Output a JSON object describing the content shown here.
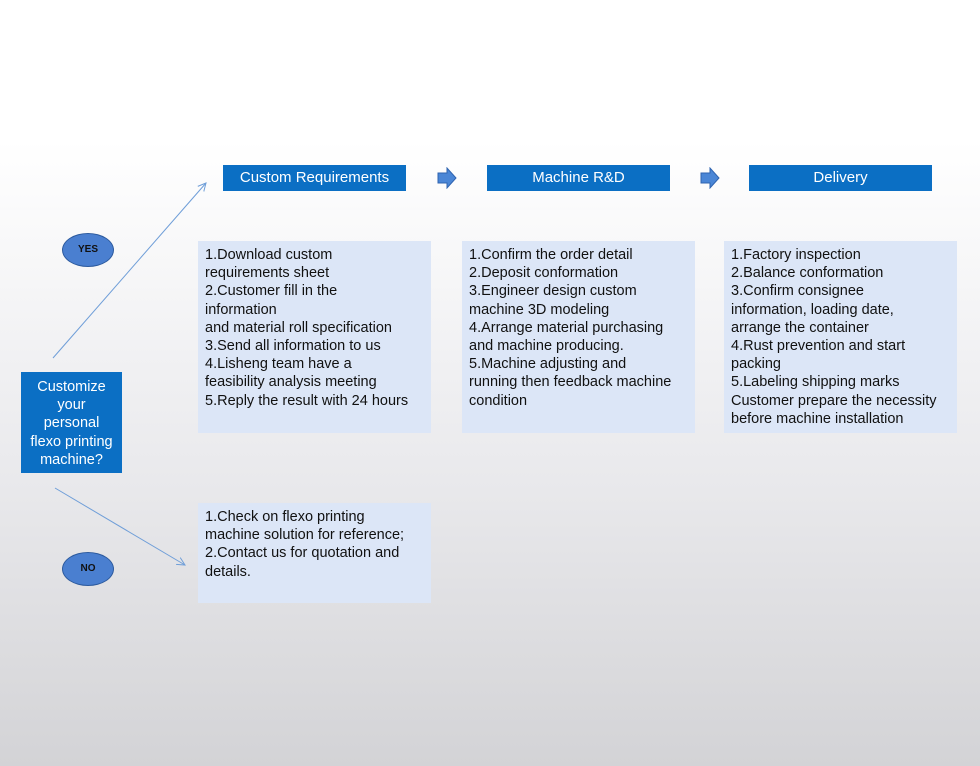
{
  "decision": {
    "lines": [
      "Customize",
      "your",
      "personal",
      "flexo printing",
      "machine?"
    ]
  },
  "yes_label": "YES",
  "no_label": "NO",
  "stages": [
    {
      "title": "Custom Requirements",
      "lines": [
        "1.Download custom",
        "requirements sheet",
        "2.Customer fill in the",
        "information",
        "and material roll specification",
        "3.Send all information to us",
        "4.Lisheng team have a",
        "feasibility analysis meeting",
        "5.Reply the result with 24 hours"
      ]
    },
    {
      "title": "Machine R&D",
      "lines": [
        "1.Confirm the order detail",
        "2.Deposit conformation",
        "3.Engineer design custom",
        "machine 3D modeling",
        "4.Arrange material purchasing",
        "and machine producing.",
        "5.Machine adjusting and",
        "running then feedback machine",
        "condition"
      ]
    },
    {
      "title": "Delivery",
      "lines": [
        "1.Factory inspection",
        "2.Balance conformation",
        "3.Confirm consignee",
        "information, loading date,",
        "arrange the container",
        "4.Rust prevention and start",
        "packing",
        "5.Labeling shipping marks",
        "Customer prepare the necessity",
        "before machine installation"
      ]
    }
  ],
  "no_box": {
    "lines": [
      "1.Check on flexo printing",
      "machine solution for reference;",
      "2.Contact us for quotation and",
      "details."
    ]
  }
}
